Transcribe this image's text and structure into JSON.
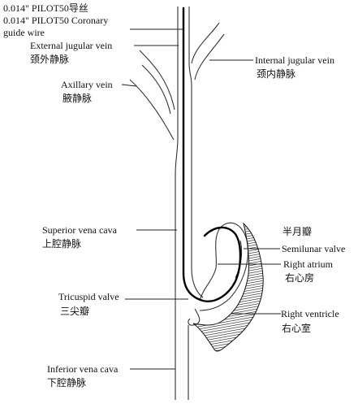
{
  "labels": {
    "wire_cn": "0.014\" PILOT50导丝",
    "wire_en_1": "0.014\" PILOT50 Coronary",
    "wire_en_2": "guide wire",
    "ext_jugular_en": "External jugular vein",
    "ext_jugular_cn": "颈外静脉",
    "int_jugular_en": "Internal jugular vein",
    "int_jugular_cn": "颈内静脉",
    "axillary_en": "Axillary vein",
    "axillary_cn": "腋静脉",
    "svc_en": "Superior vena cava",
    "svc_cn": "上腔静脉",
    "semilunar_cn": "半月瓣",
    "semilunar_en": "Semilunar valve",
    "right_atrium_en": "Right atrium",
    "right_atrium_cn": "右心房",
    "tricuspid_en": "Tricuspid valve",
    "tricuspid_cn": "三尖瓣",
    "right_ventricle_en": "Right ventricle",
    "right_ventricle_cn": "右心室",
    "ivc_en": "Inferior vena cava",
    "ivc_cn": "下腔静脉"
  }
}
